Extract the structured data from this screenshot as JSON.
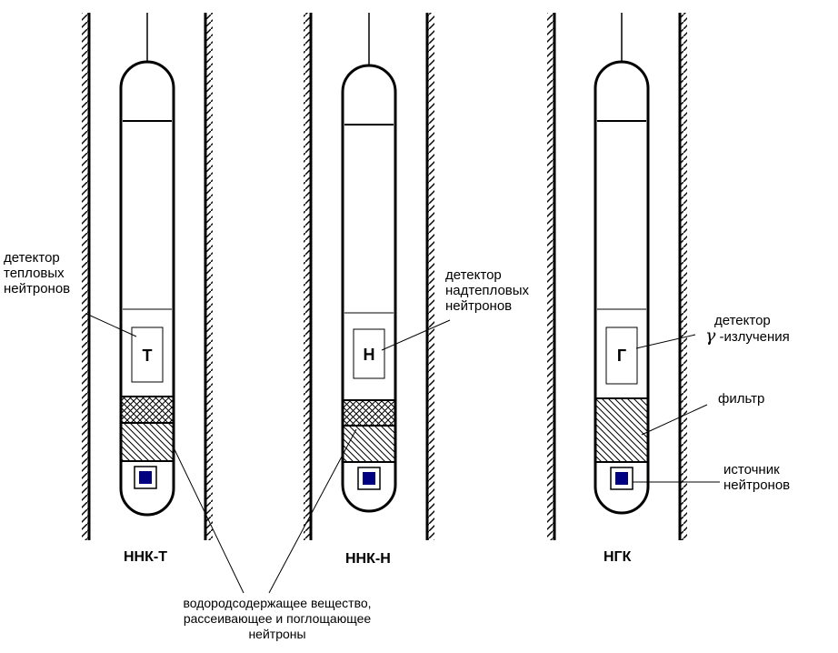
{
  "tools": [
    {
      "name": "ННК-Т",
      "detector_letter": "Т"
    },
    {
      "name": "ННК-Н",
      "detector_letter": "Н"
    },
    {
      "name": "НГК",
      "detector_letter": "Г"
    }
  ],
  "labels": {
    "thermal_detector": [
      "детектор",
      "тепловых",
      "нейтронов"
    ],
    "epithermal_detector": [
      "детектор",
      "надтепловых",
      "нейтронов"
    ],
    "gamma_detector": {
      "line1": "детектор",
      "symbol": "γ",
      "line2_rest": " -излучения"
    },
    "filter": "фильтр",
    "source": [
      "источник",
      "нейтронов"
    ],
    "hydrogen_material": [
      "водородсодержащее вещество,",
      "рассеивающее и поглощающее",
      "нейтроны"
    ]
  },
  "colors": {
    "line": "#000000",
    "source_fill": "#000080",
    "background": "#ffffff"
  }
}
